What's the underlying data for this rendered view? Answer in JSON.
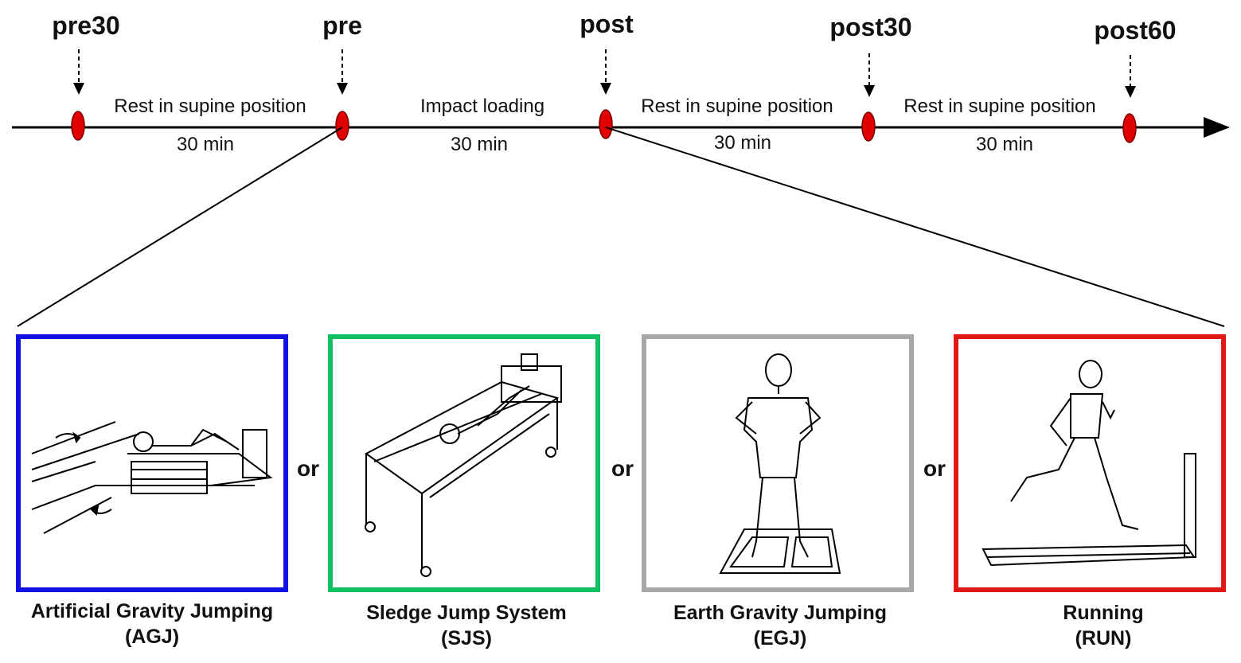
{
  "timepoints": [
    {
      "id": "pre30",
      "label": "pre30"
    },
    {
      "id": "pre",
      "label": "pre"
    },
    {
      "id": "post",
      "label": "post"
    },
    {
      "id": "post30",
      "label": "post30"
    },
    {
      "id": "post60",
      "label": "post60"
    }
  ],
  "segments": [
    {
      "activity": "Rest in supine position",
      "duration": "30 min"
    },
    {
      "activity": "Impact loading",
      "duration": "30 min"
    },
    {
      "activity": "Rest in supine position",
      "duration": "30 min"
    },
    {
      "activity": "Rest in supine position",
      "duration": "30 min"
    }
  ],
  "conditions": [
    {
      "name": "Artificial Gravity Jumping",
      "abbr": "(AGJ)",
      "color": "#1010e0"
    },
    {
      "name": "Sledge Jump System",
      "abbr": "(SJS)",
      "color": "#11c060"
    },
    {
      "name": "Earth Gravity Jumping",
      "abbr": "(EGJ)",
      "color": "#a8a8a8"
    },
    {
      "name": "Running",
      "abbr": "(RUN)",
      "color": "#e01818"
    }
  ],
  "connector": "or",
  "colors": {
    "marker": "#e00000",
    "line": "#000000"
  }
}
